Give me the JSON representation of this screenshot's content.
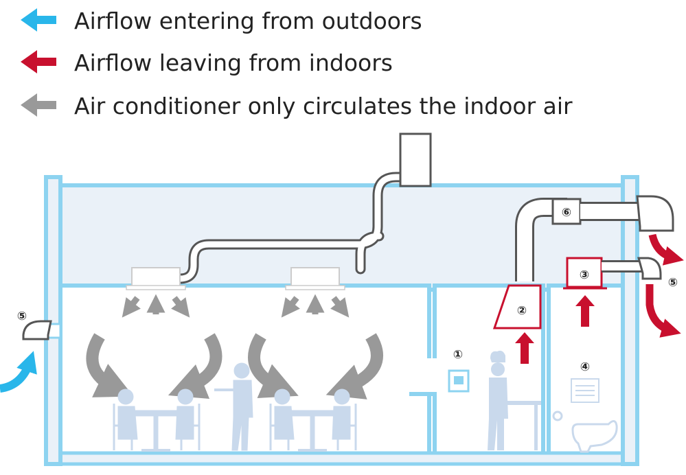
{
  "legend": [
    {
      "label": "Airflow entering from outdoors",
      "color": "#29b6ea"
    },
    {
      "label": "Airflow leaving from indoors",
      "color": "#c8102e"
    },
    {
      "label": "Air conditioner only circulates the indoor air",
      "color": "#999999"
    }
  ],
  "markers": {
    "kitchen_panel": "①",
    "range_hood": "②",
    "toilet_fan": "③",
    "toilet_grille": "④",
    "outdoor_hood_right": "⑤",
    "outdoor_hood_left": "⑤",
    "heat_exchanger": "⑥"
  },
  "colors": {
    "outdoor_air": "#29b6ea",
    "exhaust_air": "#c8102e",
    "circulation_air": "#999999",
    "building_outline": "#8dd3f0",
    "building_fill": "#eaf1f8",
    "equipment_outline": "#555555",
    "silhouette": "#c9d9ec"
  },
  "icons": [
    "blue-arrow-icon",
    "red-arrow-icon",
    "gray-arrow-icon",
    "outdoor-unit-icon",
    "ceiling-ac-icon",
    "range-hood-icon",
    "exhaust-fan-icon",
    "wall-grille-icon",
    "control-panel-icon",
    "toilet-icon"
  ]
}
